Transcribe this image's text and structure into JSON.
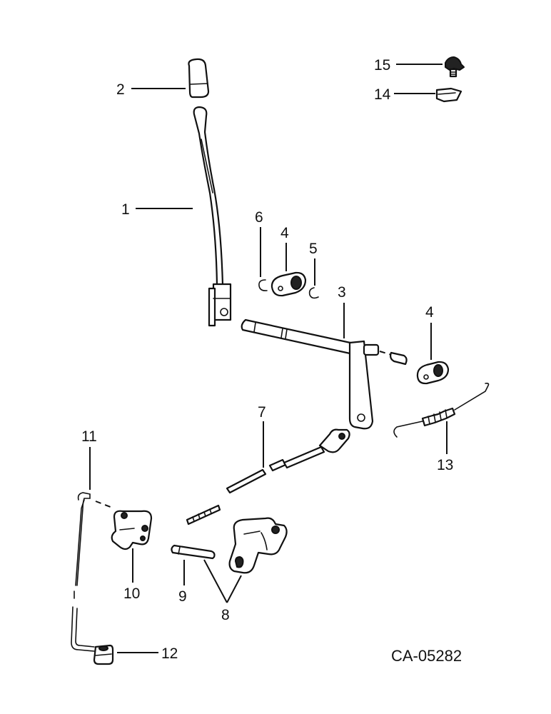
{
  "diagram": {
    "code": "CA-05282",
    "callouts": [
      {
        "id": "1",
        "text": "1"
      },
      {
        "id": "2",
        "text": "2"
      },
      {
        "id": "3",
        "text": "3"
      },
      {
        "id": "4a",
        "text": "4"
      },
      {
        "id": "4b",
        "text": "4"
      },
      {
        "id": "5",
        "text": "5"
      },
      {
        "id": "6",
        "text": "6"
      },
      {
        "id": "7",
        "text": "7"
      },
      {
        "id": "8",
        "text": "8"
      },
      {
        "id": "9",
        "text": "9"
      },
      {
        "id": "10",
        "text": "10"
      },
      {
        "id": "11",
        "text": "11"
      },
      {
        "id": "12",
        "text": "12"
      },
      {
        "id": "13",
        "text": "13"
      },
      {
        "id": "14",
        "text": "14"
      },
      {
        "id": "15",
        "text": "15"
      }
    ]
  }
}
